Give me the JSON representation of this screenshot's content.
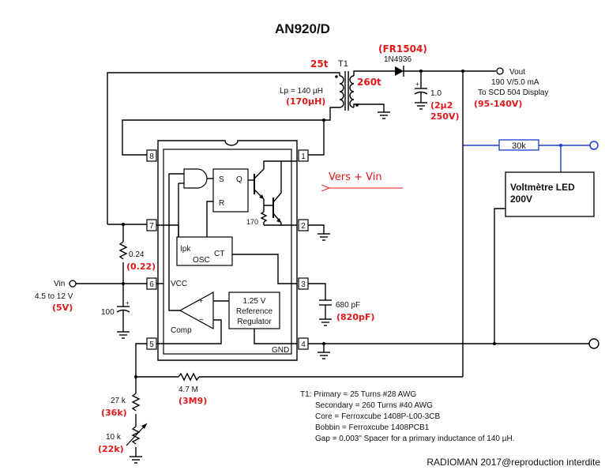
{
  "title": "AN920/D",
  "transformer": {
    "primary_turns_mod": "25t",
    "ref": "T1",
    "secondary_turns_mod": "260t",
    "inductance": "Lp = 140 µH",
    "inductance_mod": "(170µH)"
  },
  "diode": {
    "mod": "(FR1504)",
    "part": "1N4936"
  },
  "output": {
    "label": "Vout",
    "spec": "190 V/5.0 mA",
    "display": "To SCD 504 Display",
    "range_mod": "(95-140V)"
  },
  "output_cap": {
    "value": "1.0",
    "mod1": "(2µ2",
    "mod2": "250V)"
  },
  "pins": [
    "1",
    "2",
    "3",
    "4",
    "5",
    "6",
    "7",
    "8"
  ],
  "ic": {
    "latch_s": "S",
    "latch_r": "R",
    "latch_q": "Q",
    "ipk": "Ipk",
    "osc": "OSC",
    "ct": "CT",
    "vcc": "VCC",
    "comp": "Comp",
    "reg1": "1.25 V",
    "reg2": "Reference",
    "reg3": "Regulator",
    "gnd": "GND",
    "r170": "170"
  },
  "annotation": {
    "vers_vin": "Vers + Vin"
  },
  "voltmeter": {
    "line1": "Voltmètre LED",
    "line2": "200V",
    "resistor": "30k"
  },
  "sense": {
    "value": "0.24",
    "mod": "(0.22)"
  },
  "input": {
    "label": "Vin",
    "range": "4.5 to 12 V",
    "mod": "(5V)",
    "cap": "100"
  },
  "timing_cap": {
    "value": "680 pF",
    "mod": "(820pF)"
  },
  "feedback": {
    "r_top": "4.7 M",
    "r_top_mod": "(3M9)",
    "r_bot": "27 k",
    "r_bot_mod": "(36k)",
    "pot": "10 k",
    "pot_mod": "(22k)"
  },
  "notes": [
    "T1: Primary = 25 Turns #28 AWG",
    "Secondary = 260 Turns #40 AWG",
    "Core = Ferroxcube 1408P-L00-3CB",
    "Bobbin = Ferroxcube 1408PCB1",
    "Gap = 0.003\" Spacer for a primary inductance of 140 µH."
  ],
  "credit": "RADIOMAN 2017@reproduction interdite",
  "colors": {
    "modification": "#e01818",
    "added_wiring": "#1a3ccc"
  }
}
